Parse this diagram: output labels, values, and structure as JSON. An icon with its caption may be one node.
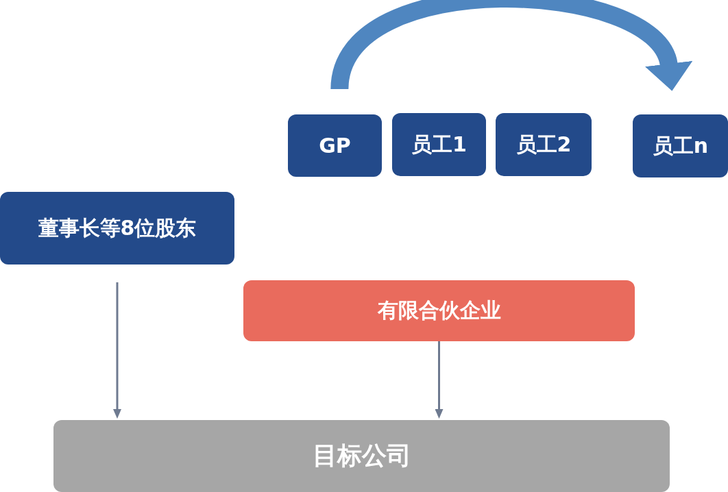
{
  "diagram": {
    "nodes": [
      {
        "text": [
          "GP"
        ]
      },
      {
        "text": [
          "员工1"
        ]
      },
      {
        "text": [
          "员工2"
        ]
      },
      {
        "text": [
          "员工n"
        ]
      },
      {
        "text": [
          "董事长等8位股东"
        ]
      },
      {
        "text": [
          "有限合伙企业"
        ]
      },
      {
        "text": [
          "目标公司"
        ]
      }
    ],
    "edges": [
      {
        "from": 0,
        "to": 3,
        "arrow": "to",
        "style": "thick",
        "color": "#4f86c0"
      },
      {
        "from": 4,
        "to": 6,
        "arrow": "to"
      },
      {
        "from": 5,
        "to": 6,
        "arrow": "to"
      }
    ]
  }
}
